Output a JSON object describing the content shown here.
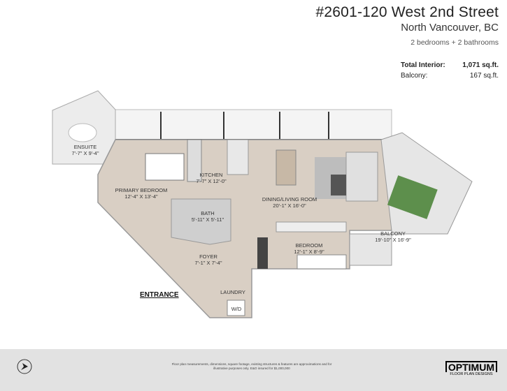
{
  "header": {
    "address": "#2601-120 West 2nd Street",
    "city": "North Vancouver, BC",
    "summary": "2 bedrooms + 2 bathrooms"
  },
  "areas": [
    {
      "label": "Total Interior:",
      "value": "1,071 sq.ft."
    },
    {
      "label": "Balcony:",
      "value": "167 sq.ft."
    }
  ],
  "rooms": {
    "ensuite": {
      "name": "ENSUITE",
      "dims": "7'-7\" X 9'-4\""
    },
    "primary": {
      "name": "PRIMARY BEDROOM",
      "dims": "12'-4\" X 13'-4\""
    },
    "kitchen": {
      "name": "KITCHEN",
      "dims": "7'-7\" X 12'-0\""
    },
    "bath": {
      "name": "BATH",
      "dims": "5'-11\" X 5'-11\""
    },
    "living": {
      "name": "DINING/LIVING ROOM",
      "dims": "20'-1\" X 16'-0\""
    },
    "balcony": {
      "name": "BALCONY",
      "dims": "19'-10\" X 16'-9\""
    },
    "bedroom": {
      "name": "BEDROOM",
      "dims": "12'-1\" X 8'-9\""
    },
    "foyer": {
      "name": "FOYER",
      "dims": "7'-1\" X 7'-4\""
    },
    "laundry": {
      "name": "LAUNDRY",
      "wd": "W/D"
    }
  },
  "entrance": "ENTRANCE",
  "footer": {
    "disclaimer": "Floor plan measurements, dimensions, square footage, existing structures & features are approximations and for illustrative purposes only. E&O insured for $1,000,000",
    "logo_main": "OPTIMUM",
    "logo_sub": "FLOOR PLAN DESIGNS"
  }
}
